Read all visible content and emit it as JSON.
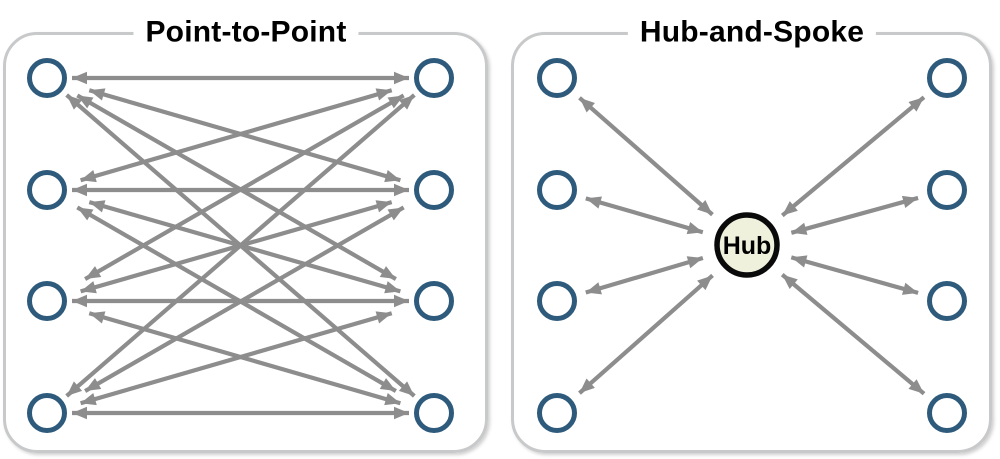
{
  "colors": {
    "node_stroke": "#2e5a7c",
    "node_fill": "#ffffff",
    "arrow": "#8d8d8d",
    "panel_border": "#c8c9ca",
    "hub_fill": "#f0f1dd",
    "hub_stroke": "#0a0a0a",
    "title_color": "#000000",
    "background": "#ffffff"
  },
  "panels": {
    "point_to_point": {
      "title": "Point-to-Point",
      "nodes": {
        "left": [
          "L1",
          "L2",
          "L3",
          "L4"
        ],
        "right": [
          "R1",
          "R2",
          "R3",
          "R4"
        ]
      },
      "edge_style": "double-arrow",
      "edges": [
        [
          "L1",
          "R1"
        ],
        [
          "L1",
          "R2"
        ],
        [
          "L1",
          "R3"
        ],
        [
          "L1",
          "R4"
        ],
        [
          "L2",
          "R1"
        ],
        [
          "L2",
          "R2"
        ],
        [
          "L2",
          "R3"
        ],
        [
          "L2",
          "R4"
        ],
        [
          "L3",
          "R1"
        ],
        [
          "L3",
          "R2"
        ],
        [
          "L3",
          "R3"
        ],
        [
          "L3",
          "R4"
        ],
        [
          "L4",
          "R1"
        ],
        [
          "L4",
          "R2"
        ],
        [
          "L4",
          "R3"
        ],
        [
          "L4",
          "R4"
        ]
      ]
    },
    "hub_and_spoke": {
      "title": "Hub-and-Spoke",
      "hub": {
        "label": "Hub"
      },
      "nodes": {
        "left": [
          "L1",
          "L2",
          "L3",
          "L4"
        ],
        "right": [
          "R1",
          "R2",
          "R3",
          "R4"
        ]
      },
      "edge_style": "double-arrow",
      "spokes": [
        [
          "L1",
          "H"
        ],
        [
          "L2",
          "H"
        ],
        [
          "L3",
          "H"
        ],
        [
          "L4",
          "H"
        ],
        [
          "R1",
          "H"
        ],
        [
          "R2",
          "H"
        ],
        [
          "R3",
          "H"
        ],
        [
          "R4",
          "H"
        ]
      ]
    }
  }
}
